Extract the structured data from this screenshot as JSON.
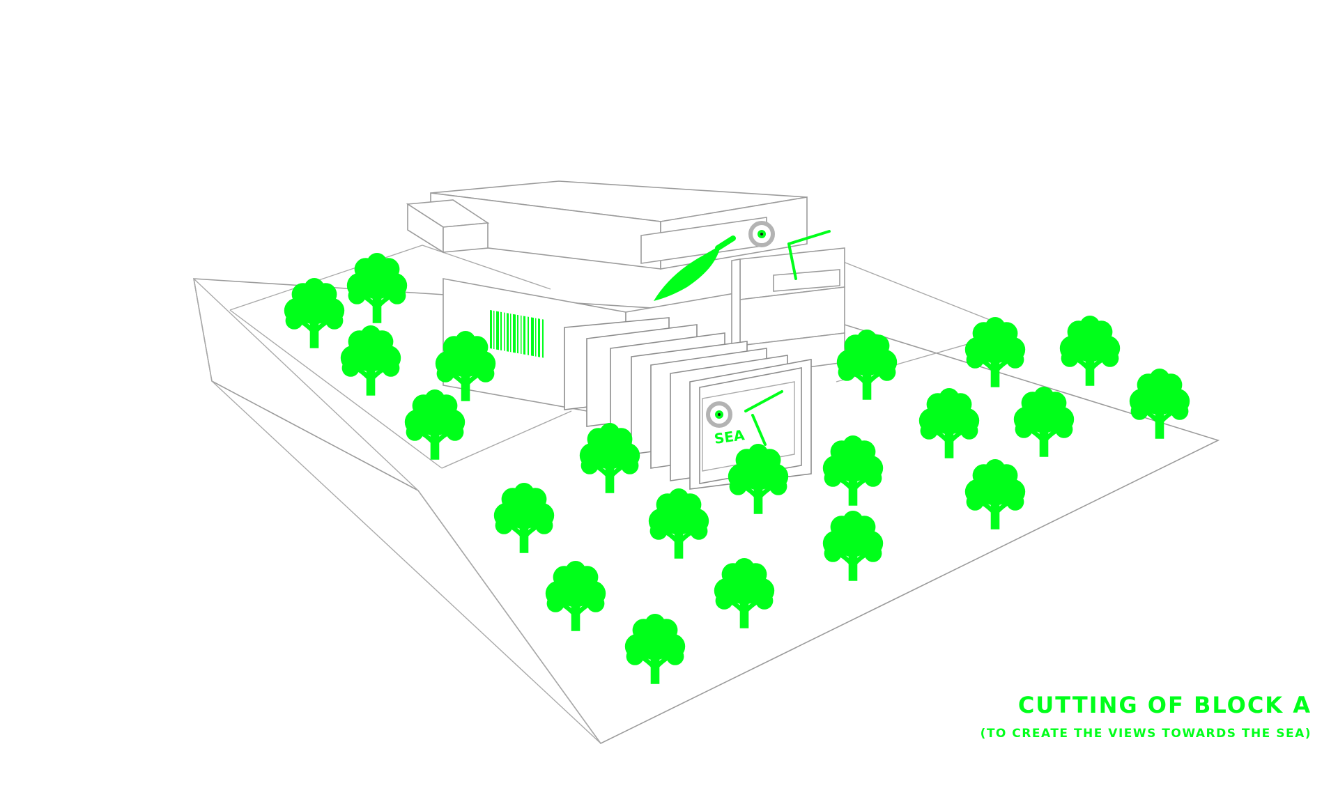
{
  "colors": {
    "accent": "#00ff1a",
    "outline": "#9b9b9b",
    "eye_ring": "#b3b3b3",
    "background": "#ffffff"
  },
  "labels": {
    "sea": "SEA",
    "caption_title": "CUTTING OF BLOCK A",
    "caption_subtitle": "(TO CREATE THE VIEWS TOWARDS THE SEA)"
  },
  "icons": [
    "tree-icon",
    "eye-icon",
    "knife-icon",
    "barcode-icon",
    "view-direction-icon"
  ]
}
